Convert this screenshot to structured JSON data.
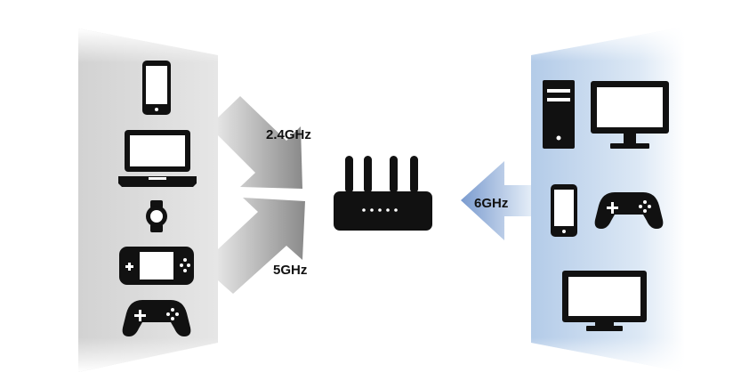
{
  "bands": {
    "band_24": "2.4GHz",
    "band_5": "5GHz",
    "band_6": "6GHz"
  },
  "legacy_devices": [
    "smartphone-icon",
    "laptop-icon",
    "smartwatch-icon",
    "handheld-console-icon",
    "gamepad-icon"
  ],
  "wifi6e_devices": [
    "desktop-tower-icon",
    "monitor-icon",
    "smartphone-icon",
    "gamepad-icon",
    "tv-icon"
  ],
  "router": "wifi-router-icon",
  "colors": {
    "legacy_panel": "#d9d9d9",
    "wifi6e_panel": "#b9d0ea",
    "gray_arrow": "#8f8f8f",
    "blue_arrow": "#7e9ed0",
    "icon": "#111111"
  }
}
